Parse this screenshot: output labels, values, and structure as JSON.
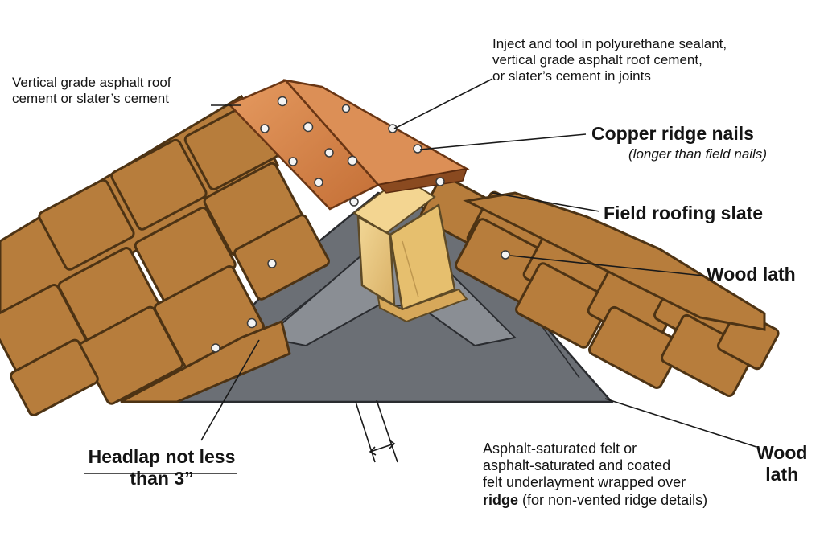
{
  "labels": {
    "sealant_left": {
      "line1": "Vertical grade asphalt roof",
      "line2": "cement or slater’s cement"
    },
    "sealant_joints": {
      "line1": "Inject and tool in polyurethane sealant,",
      "line2": "vertical grade asphalt roof cement,",
      "line3": "or slater’s cement in joints"
    },
    "copper_nails": {
      "title": "Copper ridge nails",
      "note": "(longer than field nails)"
    },
    "field_slate": "Field roofing slate",
    "wood_lath_upper": "Wood lath",
    "headlap": {
      "line1": "Headlap not less",
      "line2": "than 3”"
    },
    "underlayment": {
      "line1": "Asphalt-saturated felt or",
      "line2": "asphalt-saturated and coated",
      "line3": "felt underlayment wrapped over",
      "line4_bold": "ridge",
      "line4_rest": " (for non-vented ridge details)"
    },
    "wood_lath_lower": {
      "line1": "Wood",
      "line2": "lath"
    }
  },
  "colors": {
    "slate": "#b77d3c",
    "slate_dark": "#7a4f1f",
    "copper": "#d58a52",
    "felt": "#6b6f75",
    "wood": "#e8c57c"
  }
}
